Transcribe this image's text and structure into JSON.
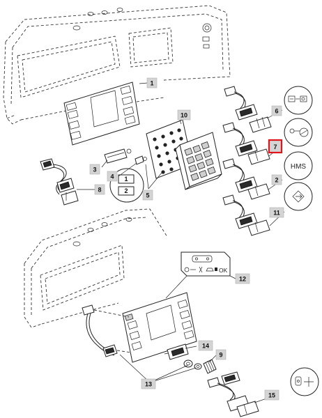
{
  "callouts": {
    "c1": "1",
    "c2": "2",
    "c3": "3",
    "c4": "4",
    "c5": "5",
    "c6": "6",
    "c7": "7",
    "c8": "8",
    "c9": "9",
    "c10": "10",
    "c11": "11",
    "c12": "12",
    "c13": "13",
    "c14": "14",
    "c15": "15"
  },
  "highlighted_callout": "7",
  "variant_labels": {
    "v1": "1",
    "v2": "2"
  },
  "symbols": {
    "hms": "HMS",
    "ok": "OK"
  },
  "colors": {
    "highlight": "#e0141b",
    "callout_fill": "#d4d4d4",
    "line": "#222222"
  }
}
